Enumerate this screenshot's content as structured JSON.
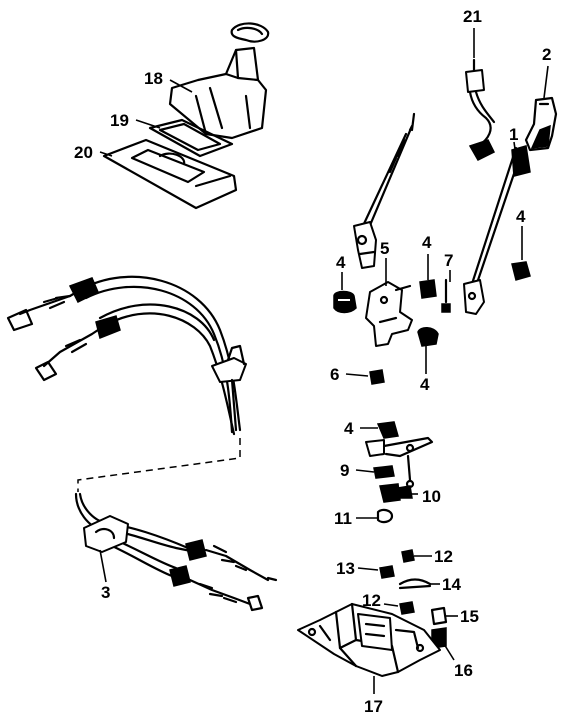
{
  "callouts": {
    "c1": "1",
    "c2": "2",
    "c3": "3",
    "c4a": "4",
    "c4b": "4",
    "c4c": "4",
    "c4d": "4",
    "c4e": "4",
    "c5": "5",
    "c6": "6",
    "c7": "7",
    "c9": "9",
    "c10": "10",
    "c11": "11",
    "c12a": "12",
    "c12b": "12",
    "c13": "13",
    "c14": "14",
    "c15": "15",
    "c16": "16",
    "c17": "17",
    "c18": "18",
    "c19": "19",
    "c20": "20",
    "c21": "21"
  }
}
